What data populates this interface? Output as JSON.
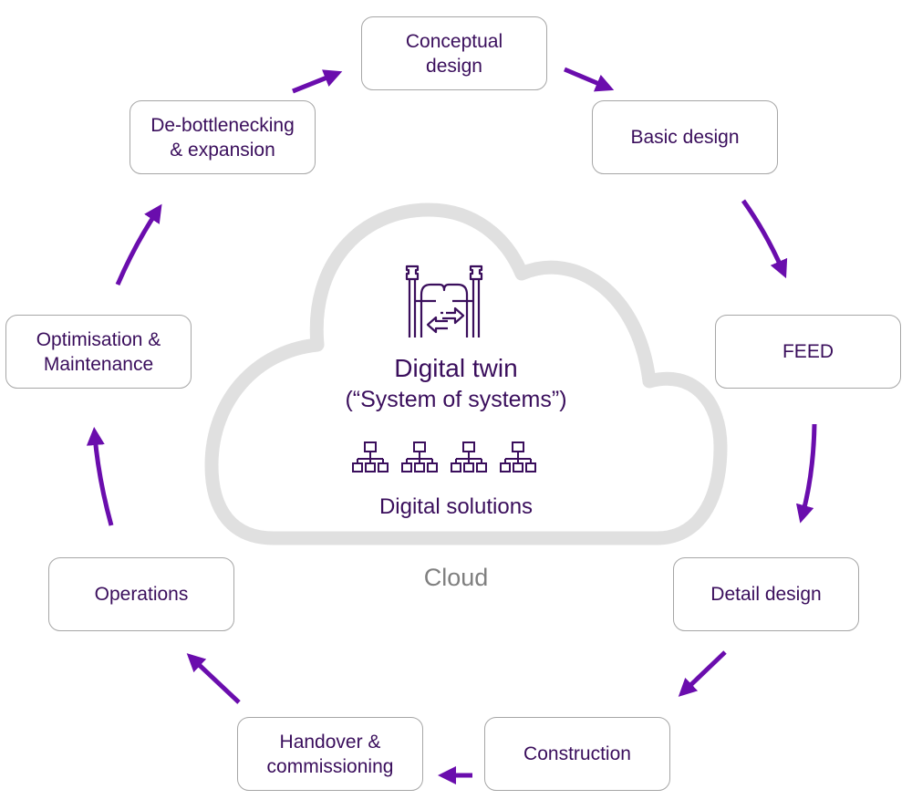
{
  "colors": {
    "arrow": "#6a0dad",
    "text": "#3a0e5c",
    "box_border": "#a6a6a6",
    "cloud_outline": "#e0e0e0",
    "cloud_label": "#7f7f7f"
  },
  "cloud": {
    "title": "Digital twin",
    "subtitle": "(“System of systems”)",
    "solutions_label": "Digital solutions",
    "label": "Cloud",
    "icons": [
      "digital-twin-icon",
      "hierarchy-icon",
      "hierarchy-icon",
      "hierarchy-icon",
      "hierarchy-icon"
    ]
  },
  "lifecycle": {
    "stages": [
      {
        "id": "conceptual-design",
        "label": "Conceptual\ndesign"
      },
      {
        "id": "basic-design",
        "label": "Basic design"
      },
      {
        "id": "feed",
        "label": "FEED"
      },
      {
        "id": "detail-design",
        "label": "Detail design"
      },
      {
        "id": "construction",
        "label": "Construction"
      },
      {
        "id": "handover-commissioning",
        "label": "Handover &\ncommissioning"
      },
      {
        "id": "operations",
        "label": "Operations"
      },
      {
        "id": "optimisation-maintenance",
        "label": "Optimisation &\nMaintenance"
      },
      {
        "id": "debottlenecking-expansion",
        "label": "De-bottlenecking\n& expansion"
      }
    ],
    "flow": [
      [
        "debottlenecking-expansion",
        "conceptual-design"
      ],
      [
        "conceptual-design",
        "basic-design"
      ],
      [
        "basic-design",
        "feed"
      ],
      [
        "feed",
        "detail-design"
      ],
      [
        "detail-design",
        "construction"
      ],
      [
        "construction",
        "handover-commissioning"
      ],
      [
        "handover-commissioning",
        "operations"
      ],
      [
        "operations",
        "optimisation-maintenance"
      ],
      [
        "optimisation-maintenance",
        "debottlenecking-expansion"
      ]
    ]
  }
}
